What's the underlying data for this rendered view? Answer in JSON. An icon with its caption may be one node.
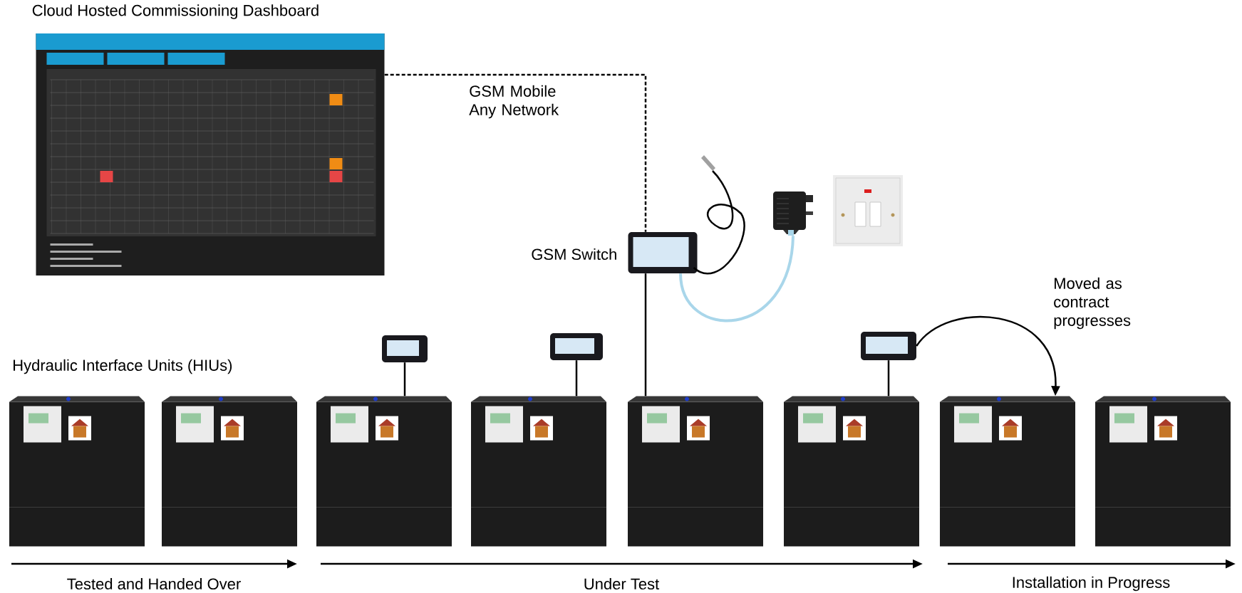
{
  "diagram": {
    "nodes": [
      {
        "text": [
          "Cloud Hosted Commissioning Dashboard"
        ]
      },
      {
        "text": [],
        "shape": "picture",
        "beside": [
          "GSM Switch"
        ]
      },
      {
        "text": [],
        "shape": "picture"
      },
      {
        "text": [],
        "shape": "picture"
      },
      {
        "text": [],
        "shape": "picture"
      },
      {
        "text": [],
        "shape": "picture"
      },
      {
        "text": [],
        "shape": "picture"
      },
      {
        "text": [],
        "shape": "picture"
      },
      {
        "text": [],
        "shape": "picture"
      },
      {
        "text": [],
        "shape": "picture"
      },
      {
        "text": [],
        "shape": "picture"
      },
      {
        "text": [],
        "shape": "picture"
      },
      {
        "text": [],
        "shape": "picture"
      },
      {
        "text": [],
        "shape": "picture"
      },
      {
        "text": [],
        "shape": "picture"
      }
    ],
    "edges": [
      {
        "from": 0,
        "to": 1,
        "arrow": "none",
        "style": "dashed",
        "label": "GSM Mobile Any Network"
      },
      {
        "from": 1,
        "to": 2,
        "arrow": "none",
        "color": "#a9d6ea"
      },
      {
        "from": 4,
        "to": 9,
        "arrow": "none"
      },
      {
        "from": 5,
        "to": 10,
        "arrow": "none"
      },
      {
        "from": 1,
        "to": 11,
        "arrow": "none"
      },
      {
        "from": 6,
        "to": 12,
        "arrow": "none"
      },
      {
        "from": 6,
        "to": 13,
        "arrow": "to",
        "label": "Moved as contract progresses"
      }
    ],
    "labels": [
      "Hydraulic Interface Units (HIUs)",
      "Tested and Handed Over",
      "Under Test",
      "Installation in Progress"
    ]
  }
}
